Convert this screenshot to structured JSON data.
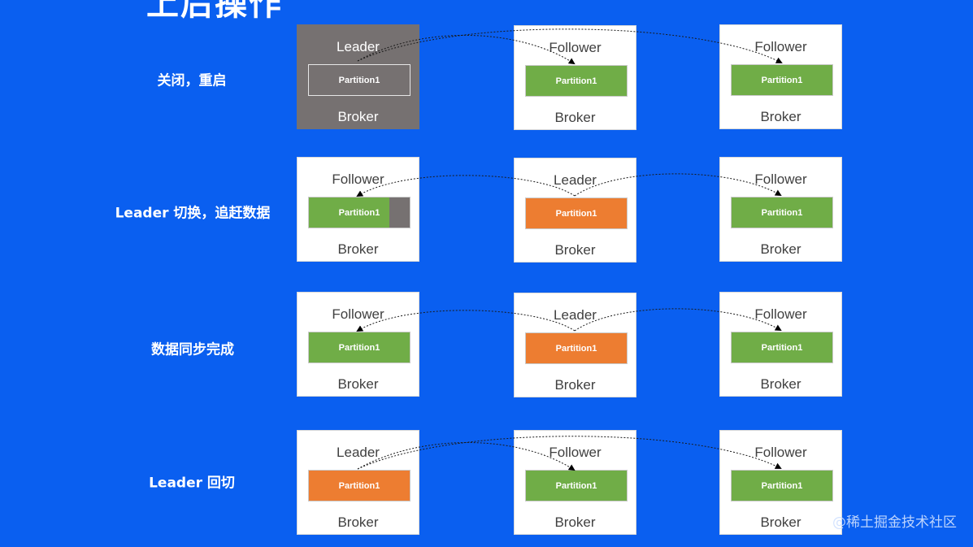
{
  "title": "上后操作",
  "watermark": "@稀土掘金技术社区",
  "colors": {
    "background": "#0a5ff0",
    "leader_partition": "#ed7d31",
    "follower_partition": "#70ad47",
    "down_broker": "#767171"
  },
  "rows": [
    {
      "label": "关闭，重启",
      "brokers": [
        {
          "role": "Leader",
          "partition": "Partition1",
          "footer": "Broker",
          "state": "down",
          "partition_style": "outline"
        },
        {
          "role": "Follower",
          "partition": "Partition1",
          "footer": "Broker",
          "state": "up",
          "partition_style": "green"
        },
        {
          "role": "Follower",
          "partition": "Partition1",
          "footer": "Broker",
          "state": "up",
          "partition_style": "green"
        }
      ]
    },
    {
      "label": "Leader 切换，追赶数据",
      "brokers": [
        {
          "role": "Follower",
          "partition": "Partition1",
          "footer": "Broker",
          "state": "up",
          "partition_style": "lag"
        },
        {
          "role": "Leader",
          "partition": "Partition1",
          "footer": "Broker",
          "state": "up",
          "partition_style": "orange"
        },
        {
          "role": "Follower",
          "partition": "Partition1",
          "footer": "Broker",
          "state": "up",
          "partition_style": "green"
        }
      ]
    },
    {
      "label": "数据同步完成",
      "brokers": [
        {
          "role": "Follower",
          "partition": "Partition1",
          "footer": "Broker",
          "state": "up",
          "partition_style": "green"
        },
        {
          "role": "Leader",
          "partition": "Partition1",
          "footer": "Broker",
          "state": "up",
          "partition_style": "orange"
        },
        {
          "role": "Follower",
          "partition": "Partition1",
          "footer": "Broker",
          "state": "up",
          "partition_style": "green"
        }
      ]
    },
    {
      "label": "Leader 回切",
      "brokers": [
        {
          "role": "Leader",
          "partition": "Partition1",
          "footer": "Broker",
          "state": "up",
          "partition_style": "orange"
        },
        {
          "role": "Follower",
          "partition": "Partition1",
          "footer": "Broker",
          "state": "up",
          "partition_style": "green"
        },
        {
          "role": "Follower",
          "partition": "Partition1",
          "footer": "Broker",
          "state": "up",
          "partition_style": "green"
        }
      ]
    }
  ]
}
